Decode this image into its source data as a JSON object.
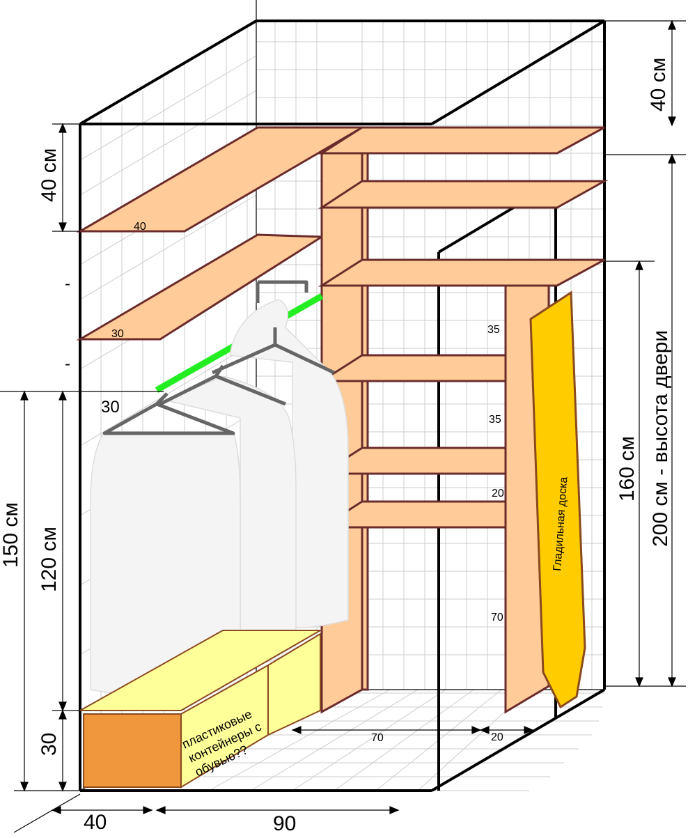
{
  "labels": {
    "top_right_height": "40 см",
    "top_left_height": "40 см",
    "door_height": "200 см - высота двери",
    "inner_height": "160 см",
    "left_total": "150 см",
    "left_inner": "120 см",
    "bottom_left_height": "30",
    "width_left": "40",
    "width_right": "90",
    "floor_depth": "70",
    "floor_right": "20",
    "shelf1_depth": "40",
    "shelf2_depth": "30",
    "rod_depth": "30",
    "dash1": "-",
    "dash2": "-",
    "gap_35a": "35",
    "gap_35b": "35",
    "gap_20": "20",
    "gap_70": "70",
    "ironing_board": "Гладильная доска",
    "containers_line1": "пластиковые",
    "containers_line2": "контейнеры с",
    "containers_line3": "обувью??"
  },
  "colors": {
    "shelf": "#ffcc99",
    "shelf_edge": "#6b2b2b",
    "rod": "#22ee22",
    "ironing_board": "#ffcc00",
    "box_orange": "#f0963c",
    "box_yellow": "#ffff99"
  }
}
